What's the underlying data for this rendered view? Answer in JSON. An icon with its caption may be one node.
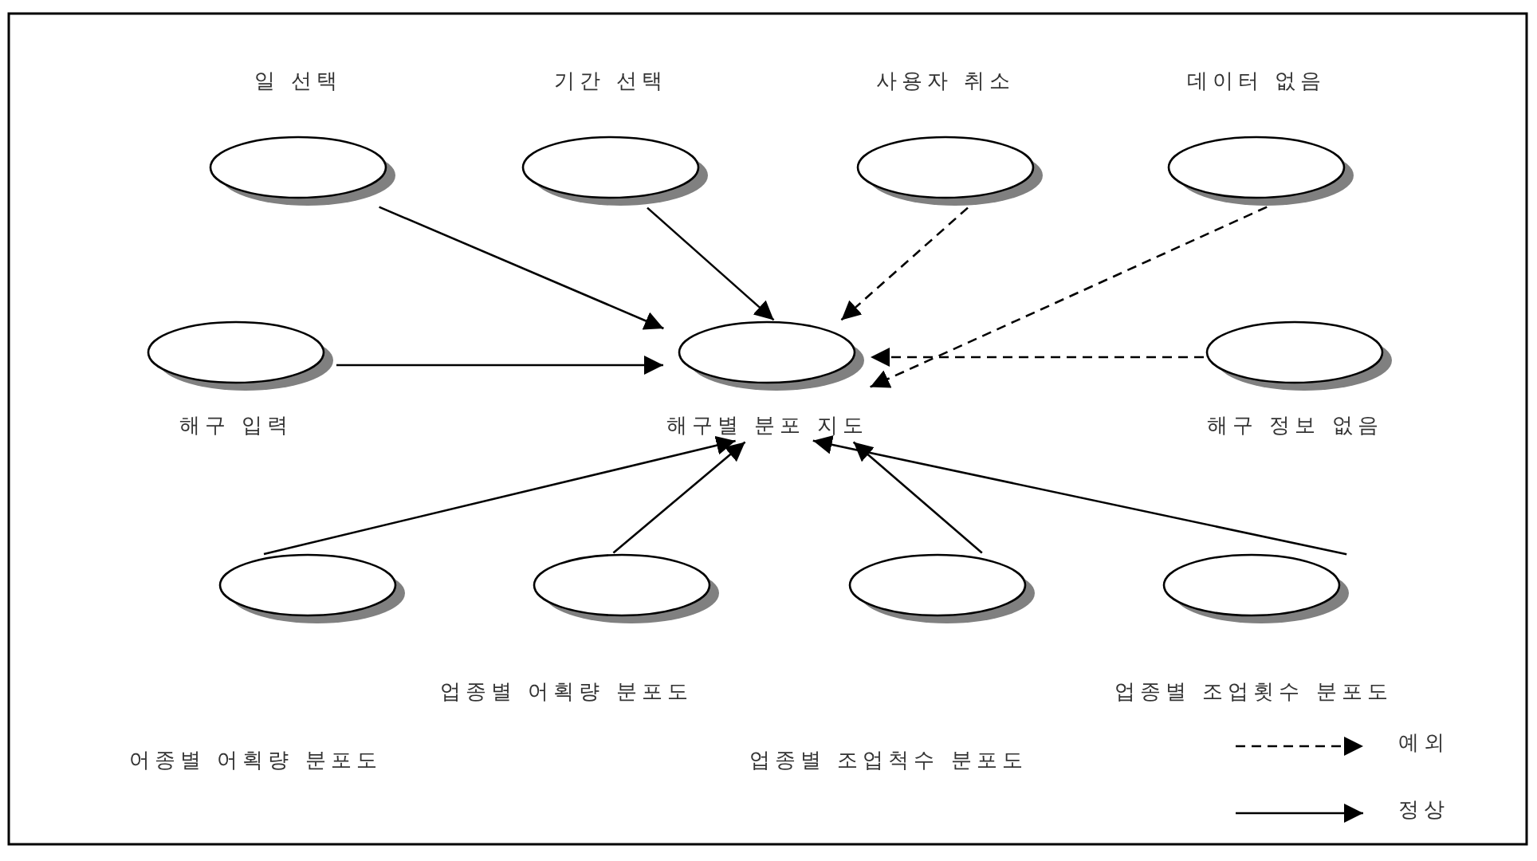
{
  "diagram": {
    "nodes": [
      {
        "text": [
          "일 선택"
        ]
      },
      {
        "text": [
          "기간 선택"
        ]
      },
      {
        "text": [
          "사용자 취소"
        ]
      },
      {
        "text": [
          "데이터 없음"
        ]
      },
      {
        "text": [
          "해구 입력"
        ]
      },
      {
        "text": [
          "해구별 분포 지도"
        ]
      },
      {
        "text": [
          "해구 정보 없음"
        ]
      },
      {
        "text": [],
        "shape": "ellipse"
      },
      {
        "text": [
          "업종별 어획량 분포도"
        ]
      },
      {
        "text": [],
        "shape": "ellipse"
      },
      {
        "text": [
          "업종별 조업횟수 분포도"
        ]
      }
    ],
    "edges": [
      {
        "from": 0,
        "to": 5,
        "arrow": "to"
      },
      {
        "from": 1,
        "to": 5,
        "arrow": "to"
      },
      {
        "from": 2,
        "to": 5,
        "arrow": "to",
        "style": "dashed"
      },
      {
        "from": 3,
        "to": 5,
        "arrow": "to",
        "style": "dashed"
      },
      {
        "from": 4,
        "to": 5,
        "arrow": "to"
      },
      {
        "from": 6,
        "to": 5,
        "arrow": "to",
        "style": "dashed"
      },
      {
        "from": 7,
        "to": 5,
        "arrow": "to"
      },
      {
        "from": 8,
        "to": 5,
        "arrow": "to"
      },
      {
        "from": 9,
        "to": 5,
        "arrow": "to"
      },
      {
        "from": 10,
        "to": 5,
        "arrow": "to"
      }
    ],
    "labels": [
      "어종별 어획량 분포도",
      "업종별 조업척수 분포도"
    ],
    "legend": [
      {
        "text": "예외"
      },
      {
        "text": "정상"
      }
    ]
  }
}
